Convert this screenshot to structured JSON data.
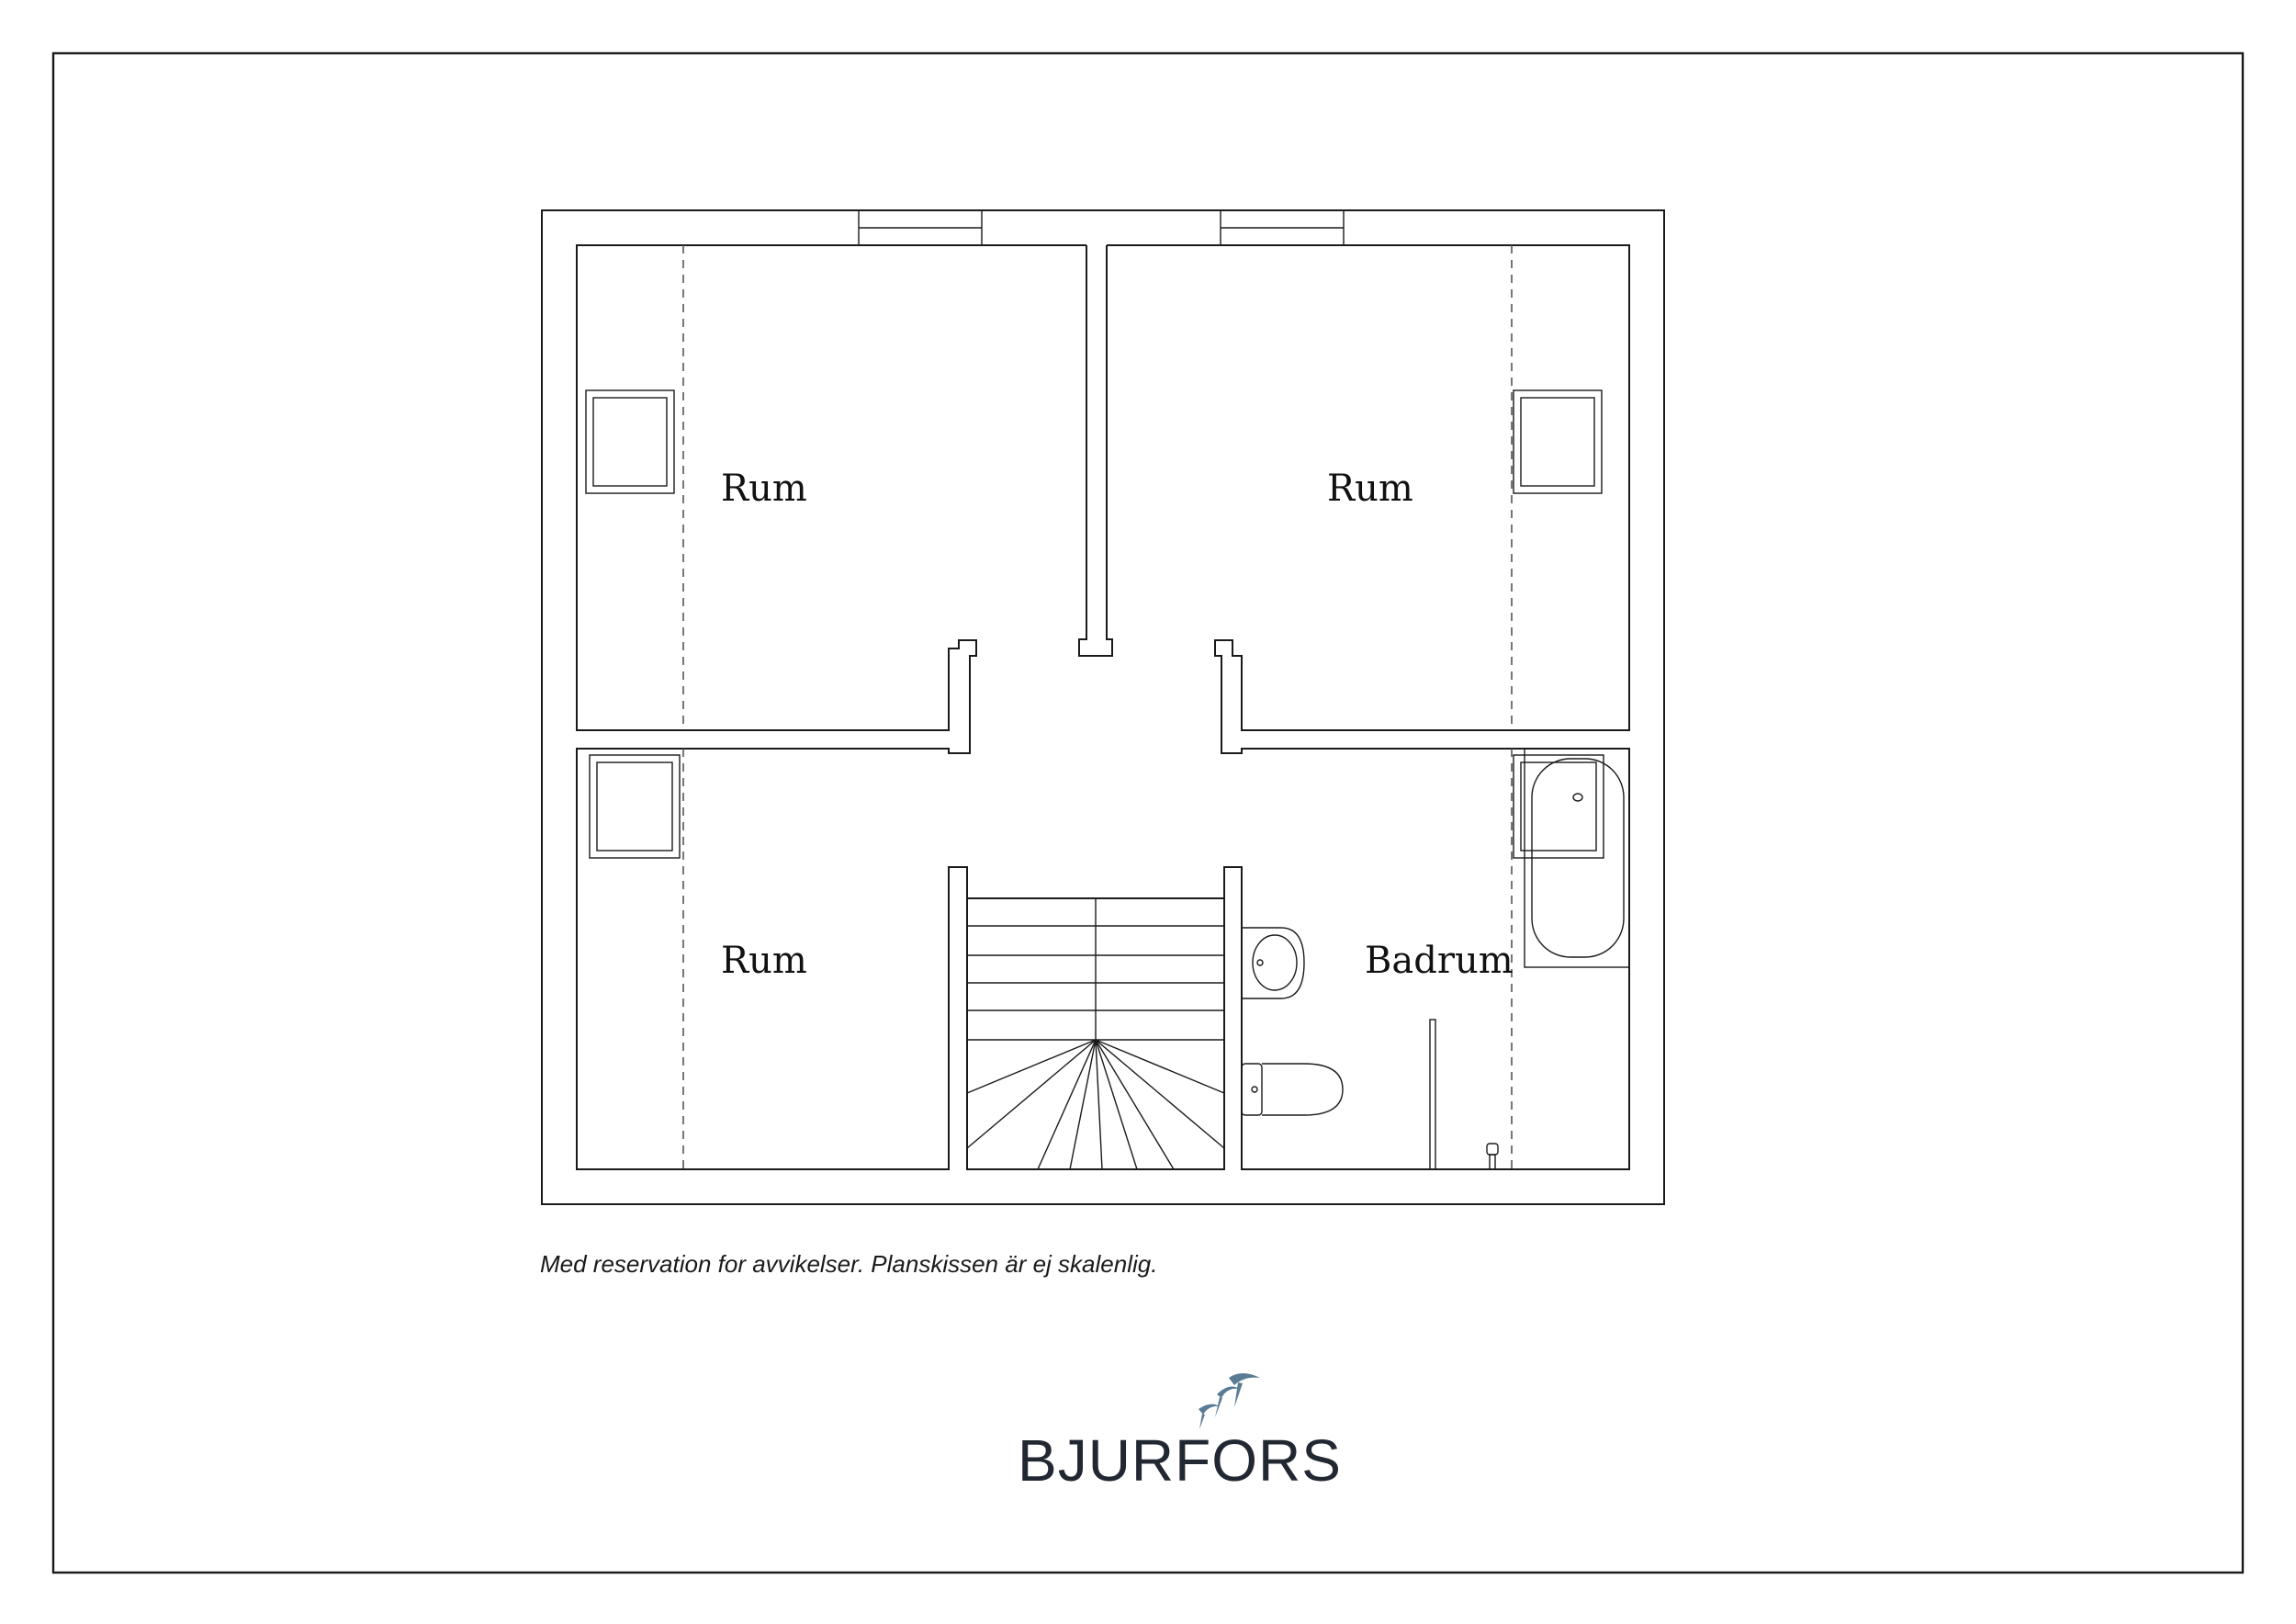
{
  "rooms": [
    {
      "key": "rum-top-left",
      "label": "Rum"
    },
    {
      "key": "rum-top-right",
      "label": "Rum"
    },
    {
      "key": "rum-bottom-left",
      "label": "Rum"
    },
    {
      "key": "badrum",
      "label": "Badrum"
    }
  ],
  "disclaimer": "Med reservation for avvikelser. Planskissen är ej skalenlig.",
  "logo": {
    "text": "BJURFORS",
    "icon": "birds-icon",
    "color": "#5a7b94"
  }
}
